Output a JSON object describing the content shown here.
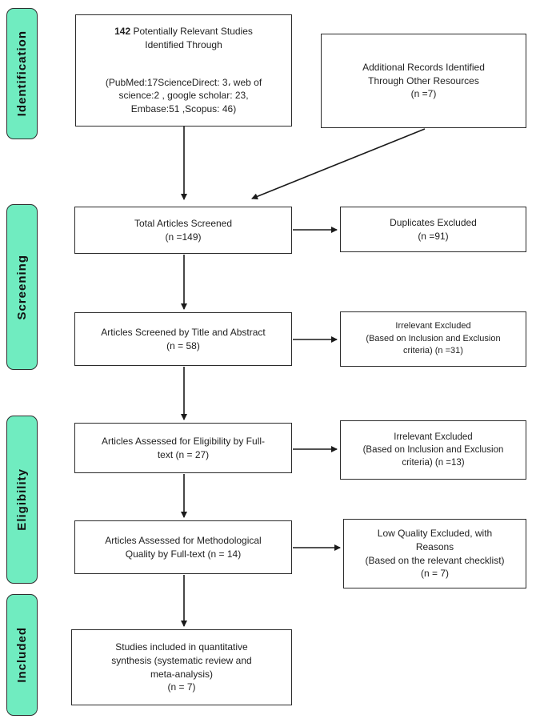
{
  "colors": {
    "stage_label_bg": "#70ecc0",
    "box_border": "#2b2b2b",
    "arrow": "#1a1a1a"
  },
  "side_labels": [
    {
      "label": "Identification"
    },
    {
      "label": "Screening"
    },
    {
      "label": "Eligibility"
    },
    {
      "label": "Included"
    }
  ],
  "boxes": {
    "identified": {
      "bold": "142",
      "rest": " Potentially Relevant Studies\nIdentified Through",
      "detail": "(PubMed:17ScienceDirect: 3، web of\nscience:2 , google scholar: 23,\nEmbase:51 ,Scopus: 46)"
    },
    "additional": {
      "text": "Additional Records Identified\nThrough Other Resources\n(n =7)"
    },
    "screened": {
      "text": "Total Articles Screened\n(n =149)"
    },
    "duplicates": {
      "text": "Duplicates Excluded\n(n =91)"
    },
    "title_abstract": {
      "text": "Articles Screened by Title and Abstract\n(n = 58)"
    },
    "irrelevant1": {
      "text": "Irrelevant Excluded\n(Based on Inclusion and Exclusion\ncriteria)  (n =31)"
    },
    "eligibility": {
      "text": "Articles Assessed for Eligibility by Full-\ntext (n = 27)"
    },
    "irrelevant2": {
      "text": "Irrelevant Excluded\n(Based on Inclusion and Exclusion\ncriteria) (n =13)"
    },
    "quality": {
      "text": "Articles Assessed for Methodological\nQuality by Full-text (n = 14)"
    },
    "low_quality": {
      "text": "Low Quality Excluded, with\nReasons\n(Based on the relevant checklist)\n(n = 7)"
    },
    "included": {
      "text": "Studies included in quantitative\nsynthesis (systematic review and\nmeta-analysis)\n(n = 7)"
    }
  }
}
